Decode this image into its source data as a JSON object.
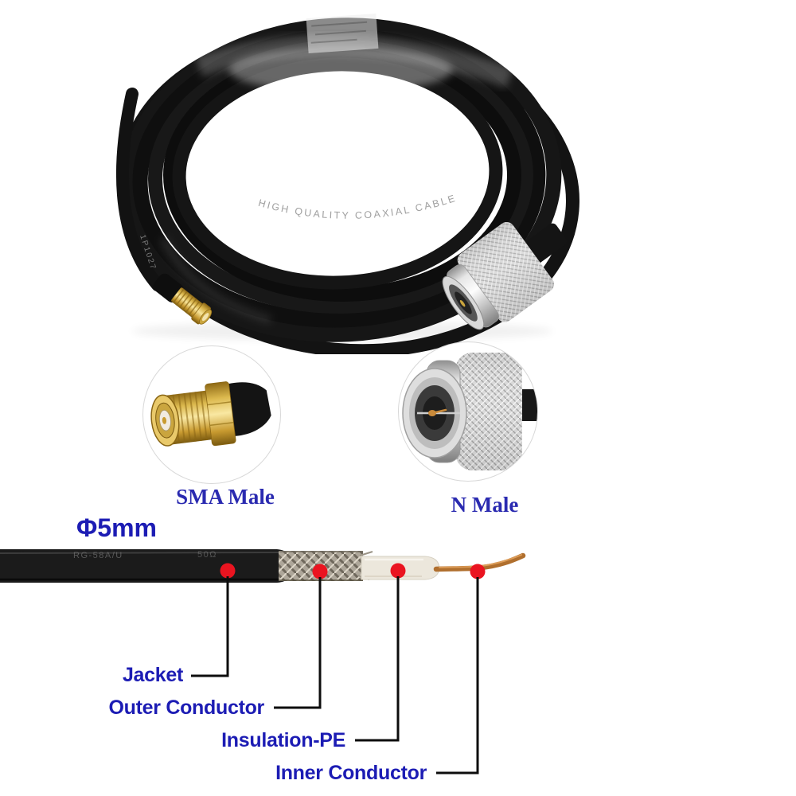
{
  "photo": {
    "cable_print": "HIGH QUALITY COAXIAL CABLE",
    "tail_print": "1P1027"
  },
  "insets": {
    "sma_label": "SMA Male",
    "n_label": "N Male"
  },
  "diagram": {
    "diameter_label": "Φ5mm",
    "jacket_print_left": "RG-58A/U",
    "jacket_print_right": "50Ω",
    "labels": {
      "jacket": "Jacket",
      "outer": "Outer Conductor",
      "insulation": "Insulation-PE",
      "inner": "Inner Conductor"
    },
    "colors": {
      "label_blue": "#1c1cb4",
      "serif_blue": "#2a2ab0",
      "marker_red": "#ea1420",
      "jacket_black": "#1b1b1b",
      "braid_gray": "#b3ac9f",
      "insulation_cream": "#ece7dc",
      "copper_orange": "#b06f2e",
      "connector_gold": "#d9b44a",
      "connector_silver": "#d6d6d6"
    }
  }
}
